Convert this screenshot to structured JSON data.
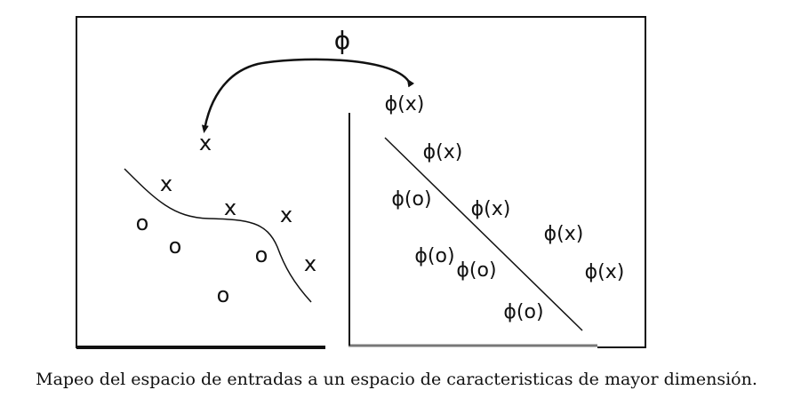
{
  "map_symbol": "ϕ",
  "map_target_label": "ϕ(x)",
  "input_space": {
    "x_marks": [
      "x",
      "x",
      "x",
      "x",
      "x"
    ],
    "o_marks": [
      "o",
      "o",
      "o",
      "o"
    ]
  },
  "feature_space": {
    "x_labels": [
      "ϕ(x)",
      "ϕ(x)",
      "ϕ(x)",
      "ϕ(x)"
    ],
    "o_labels": [
      "ϕ(o)",
      "ϕ(o)",
      "ϕ(o)",
      "ϕ(o)"
    ]
  },
  "caption": "Mapeo del espacio de entradas a un espacio de caracteristicas de mayor dimensión."
}
